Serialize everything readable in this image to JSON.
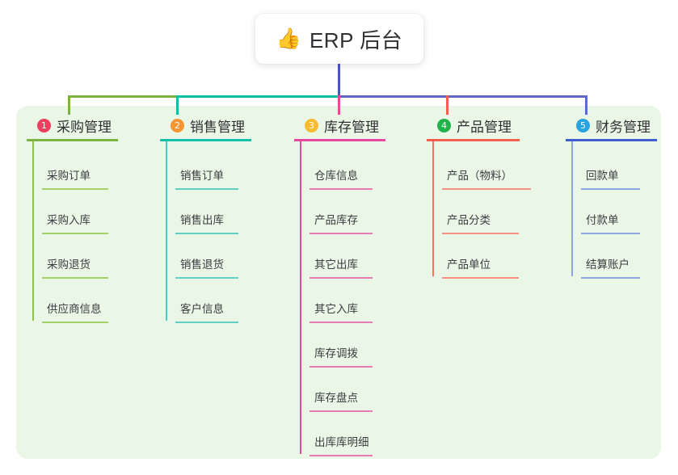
{
  "root": {
    "icon": "thumbs-up-emoji",
    "emoji": "👍",
    "title": "ERP 后台"
  },
  "palette": {
    "panel_bg": "#eaf6e6",
    "page_bg": "#ffffff",
    "text": "#2f3033",
    "stem_blue": "#4b55b8",
    "bar_green": "#7cb342",
    "bar_teal": "#11bfa4",
    "bar_blue": "#6067c7"
  },
  "columns": [
    {
      "number": "1",
      "label": "采购管理",
      "badge_color": "#ec3f5f",
      "rule_color": "#7cb342",
      "line_color": "#8cc152",
      "leaf_rule_color": "#a5d16a",
      "drop_color": "#7cb342",
      "items": [
        "采购订单",
        "采购入库",
        "采购退货",
        "供应商信息"
      ]
    },
    {
      "number": "2",
      "label": "销售管理",
      "badge_color": "#f79433",
      "rule_color": "#13bfa6",
      "line_color": "#4ecac0",
      "leaf_rule_color": "#62cfc4",
      "drop_color": "#11bfa4",
      "items": [
        "销售订单",
        "销售出库",
        "销售退货",
        "客户信息"
      ]
    },
    {
      "number": "3",
      "label": "库存管理",
      "badge_color": "#f7bb2e",
      "rule_color": "#e8489f",
      "line_color": "#e8489f",
      "leaf_rule_color": "#e87bb2",
      "drop_color": "#ec4a93",
      "items": [
        "仓库信息",
        "产品库存",
        "其它出库",
        "其它入库",
        "库存调拨",
        "库存盘点",
        "出库库明细"
      ]
    },
    {
      "number": "4",
      "label": "产品管理",
      "badge_color": "#21b24b",
      "rule_color": "#f2604f",
      "line_color": "#f4725f",
      "leaf_rule_color": "#f69182",
      "drop_color": "#f2604f",
      "items": [
        "产品（物料）",
        "产品分类",
        "产品单位"
      ]
    },
    {
      "number": "5",
      "label": "财务管理",
      "badge_color": "#29a3e0",
      "rule_color": "#3f5fd0",
      "line_color": "#8ba6e0",
      "leaf_rule_color": "#8ba6e0",
      "drop_color": "#5a6bd0",
      "items": [
        "回款单",
        "付款单",
        "结算账户"
      ]
    }
  ]
}
